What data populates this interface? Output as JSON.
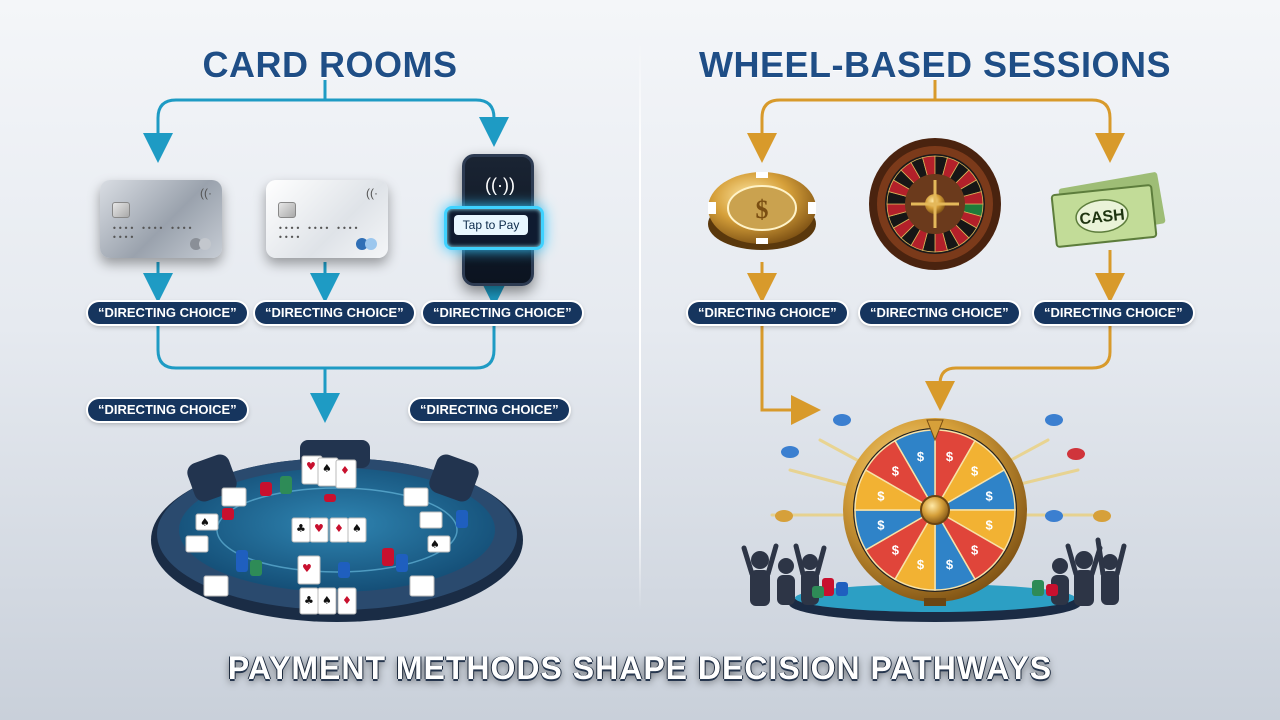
{
  "left_section": {
    "title": "CARD ROOMS",
    "payment_labels": [
      "“DIRECTING CHOICE”",
      "“DIRECTING CHOICE”",
      "“DIRECTING CHOICE”"
    ],
    "side_labels": [
      "“DIRECTING CHOICE”",
      "“DIRECTING CHOICE”"
    ],
    "phone_label": "Tap to Pay",
    "card_number_placeholder": "•••• •••• •••• ••••",
    "accent_color": "#1e9bc4"
  },
  "right_section": {
    "title": "WHEEL-BASED SESSIONS",
    "payment_labels": [
      "“DIRECTING CHOICE”",
      "“DIRECTING CHOICE”",
      "“DIRECTING CHOICE”"
    ],
    "cash_label": "CASH",
    "chip_symbol": "$",
    "wheel_symbol": "$",
    "accent_color": "#d89a2b"
  },
  "caption": "PAYMENT METHODS SHAPE DECISION PATHWAYS",
  "icons": {
    "credit_card": "credit-card-icon",
    "phone": "contactless-phone-icon",
    "casino_chip": "casino-chip-icon",
    "roulette": "roulette-wheel-icon",
    "cash": "cash-bill-icon",
    "poker_table": "poker-table-icon",
    "prize_wheel": "prize-wheel-icon"
  }
}
